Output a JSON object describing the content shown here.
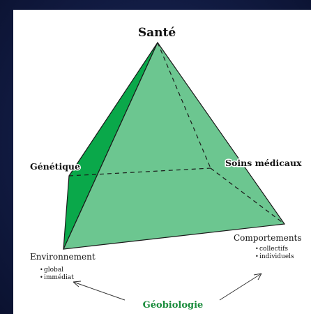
{
  "title": "Santé",
  "vertices": {
    "left": "Génétique",
    "right": "Soins médicaux",
    "bottom_left": "Environnement",
    "bottom_right": "Comportements"
  },
  "environnement_items": [
    "global",
    "immédiat"
  ],
  "comportements_items": [
    "collectifs",
    "individuels"
  ],
  "footer": "Géobiologie",
  "colors": {
    "face_front": "#6cc690",
    "face_left": "#0aa84a",
    "edge": "#1a1a1a",
    "accent_text": "#1a8c3c"
  }
}
